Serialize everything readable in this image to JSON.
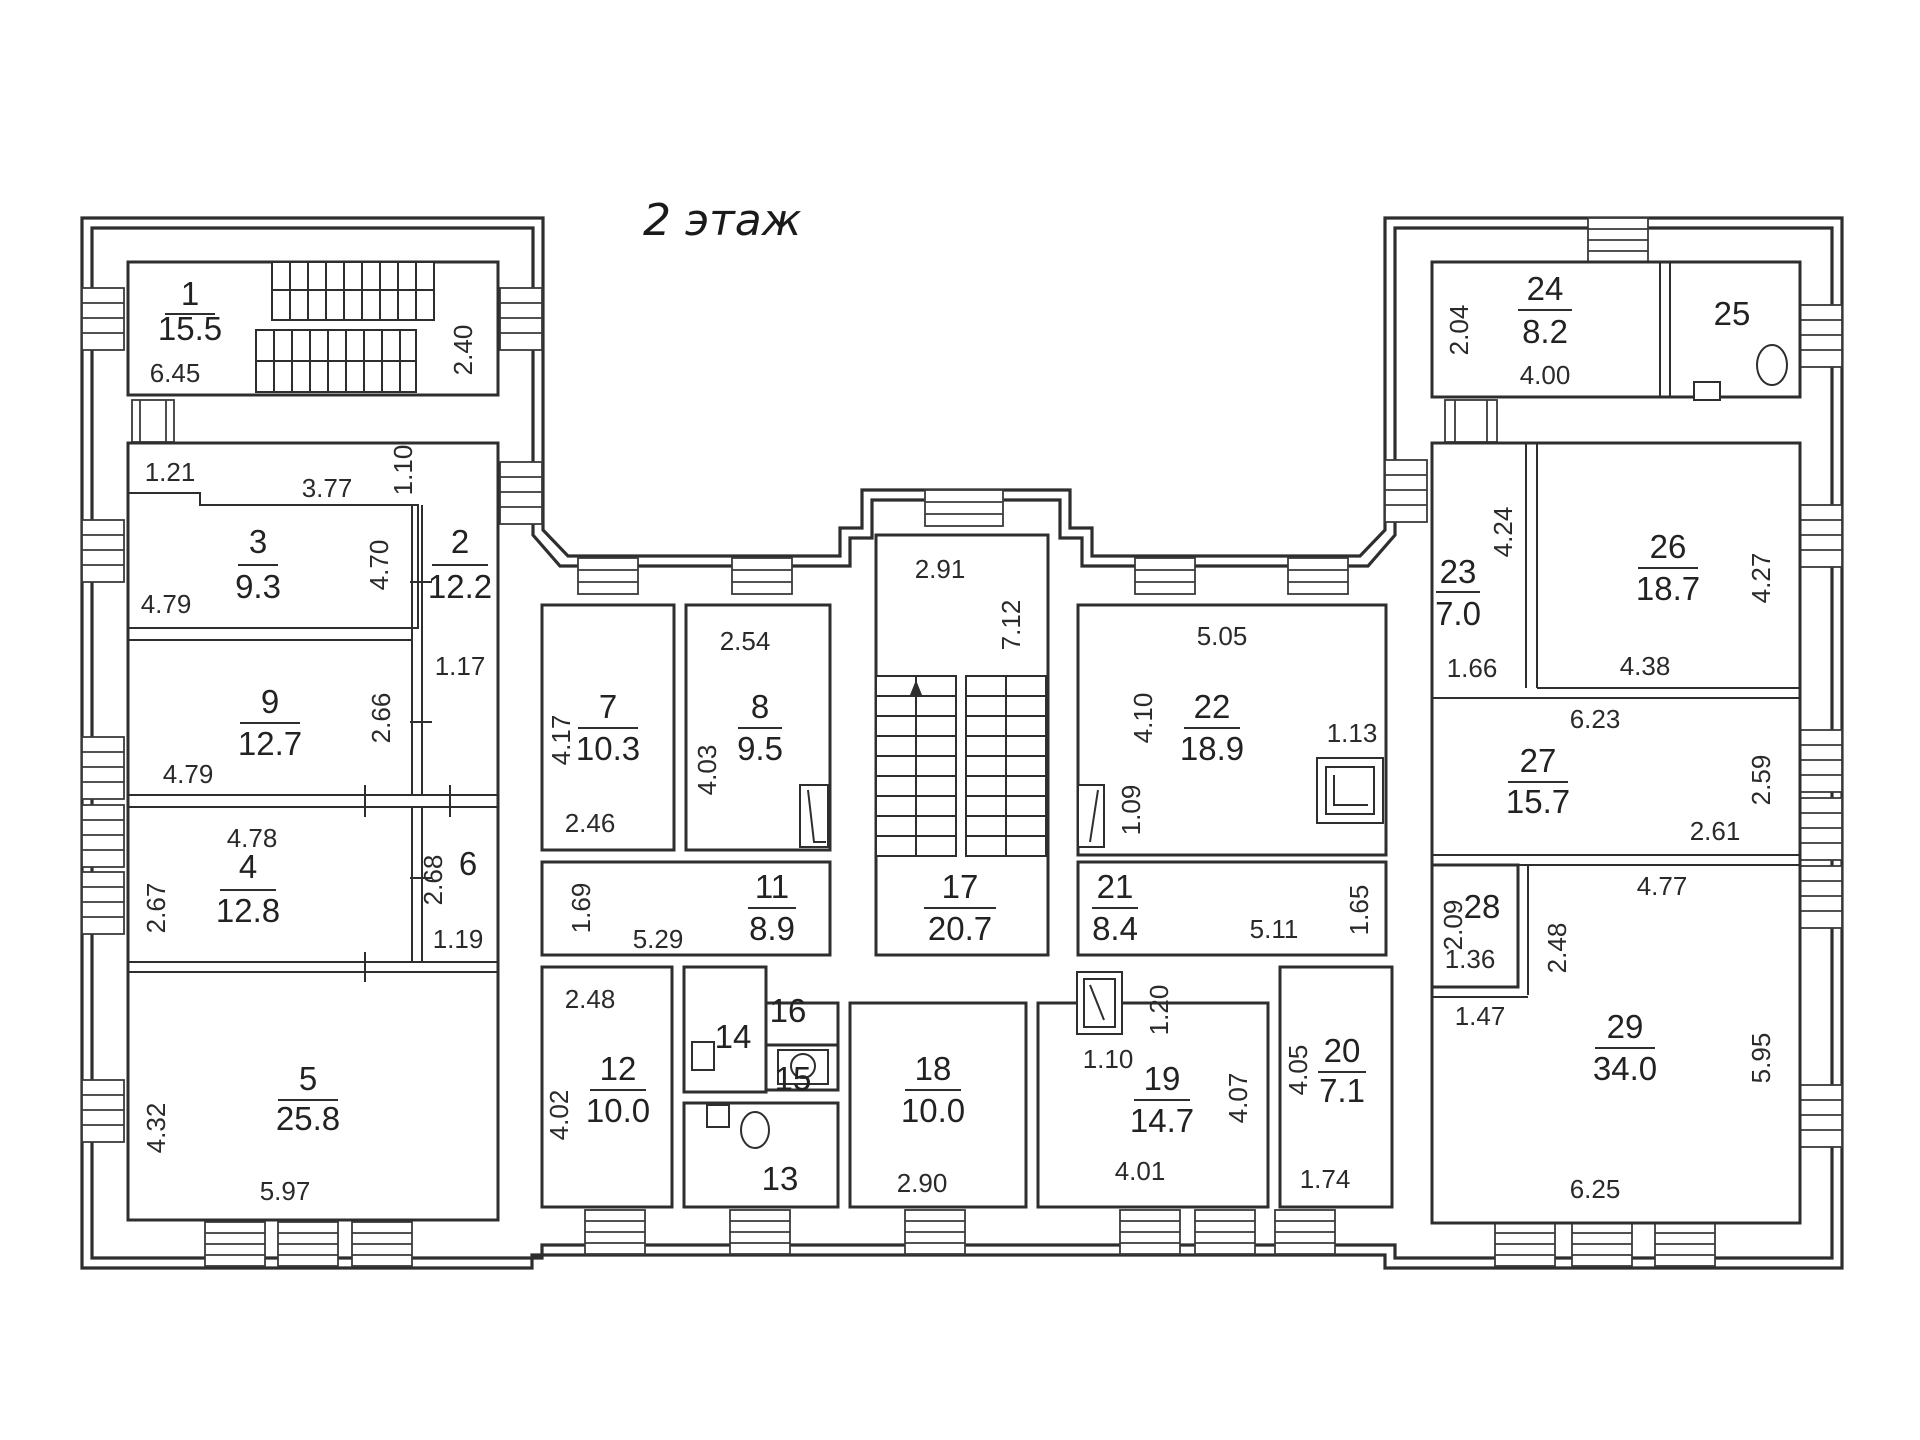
{
  "title": "2 этаж",
  "rooms": [
    {
      "num": "1",
      "area": "15.5"
    },
    {
      "num": "2",
      "area": "12.2"
    },
    {
      "num": "3",
      "area": "9.3"
    },
    {
      "num": "4",
      "area": "12.8"
    },
    {
      "num": "5",
      "area": "25.8"
    },
    {
      "num": "6",
      "area": ""
    },
    {
      "num": "7",
      "area": "10.3"
    },
    {
      "num": "8",
      "area": "9.5"
    },
    {
      "num": "9",
      "area": "12.7"
    },
    {
      "num": "11",
      "area": "8.9"
    },
    {
      "num": "12",
      "area": "10.0"
    },
    {
      "num": "13",
      "area": ""
    },
    {
      "num": "14",
      "area": ""
    },
    {
      "num": "15",
      "area": ""
    },
    {
      "num": "16",
      "area": ""
    },
    {
      "num": "17",
      "area": "20.7"
    },
    {
      "num": "18",
      "area": "10.0"
    },
    {
      "num": "19",
      "area": "14.7"
    },
    {
      "num": "20",
      "area": "7.1"
    },
    {
      "num": "21",
      "area": "8.4"
    },
    {
      "num": "22",
      "area": "18.9"
    },
    {
      "num": "23",
      "area": "7.0"
    },
    {
      "num": "24",
      "area": "8.2"
    },
    {
      "num": "25",
      "area": ""
    },
    {
      "num": "26",
      "area": "18.7"
    },
    {
      "num": "27",
      "area": "15.7"
    },
    {
      "num": "28",
      "area": ""
    },
    {
      "num": "29",
      "area": "34.0"
    }
  ],
  "dims": [
    "6.45",
    "2.40",
    "1.21",
    "3.77",
    "1.10",
    "4.79",
    "4.70",
    "1.17",
    "4.79",
    "2.66",
    "4.78",
    "2.67",
    "2.68",
    "1.19",
    "4.32",
    "5.97",
    "4.17",
    "2.46",
    "2.54",
    "4.03",
    "1.69",
    "5.29",
    "2.48",
    "4.02",
    "2.91",
    "7.12",
    "2.90",
    "5.05",
    "4.10",
    "1.13",
    "1.09",
    "5.11",
    "1.65",
    "1.20",
    "1.10",
    "4.07",
    "4.01",
    "4.05",
    "1.74",
    "2.04",
    "4.00",
    "4.24",
    "1.66",
    "4.27",
    "4.38",
    "6.23",
    "2.59",
    "2.61",
    "2.09",
    "1.36",
    "4.77",
    "2.48",
    "1.47",
    "5.95",
    "6.25"
  ]
}
